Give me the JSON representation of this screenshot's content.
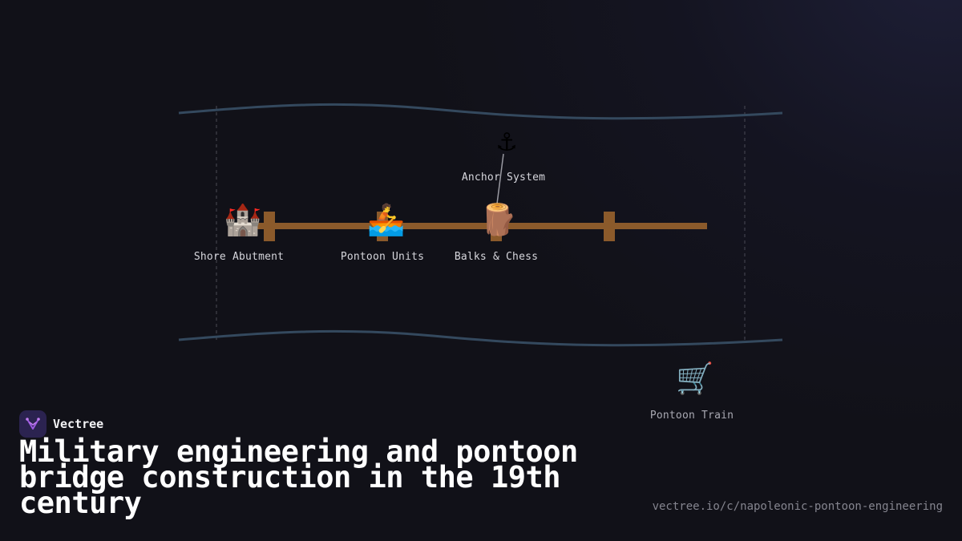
{
  "diagram": {
    "nodes": {
      "shore_abutment": {
        "icon": "castle-icon",
        "glyph": "🏰",
        "label": "Shore Abutment"
      },
      "pontoon_units": {
        "icon": "rowboat-icon",
        "glyph": "🚣",
        "label": "Pontoon Units"
      },
      "balks_chess": {
        "icon": "wood-log-icon",
        "glyph": "🪵",
        "label": "Balks & Chess"
      },
      "anchor_system": {
        "icon": "anchor-icon",
        "glyph": "⚓",
        "label": "Anchor System"
      },
      "pontoon_train": {
        "icon": "cart-icon",
        "glyph": "🛒",
        "label": "Pontoon Train"
      }
    },
    "colors": {
      "riverbank": "#34495e",
      "bridge_deck": "#8b5a2b",
      "anchor_cable": "#9a9aa2",
      "guide_line": "#4a4a55"
    }
  },
  "brand": {
    "name": "Vectree",
    "logo_color": "#9b59e0"
  },
  "title": "Military engineering and pontoon bridge construction in the 19th century",
  "url": "vectree.io/c/napoleonic-pontoon-engineering"
}
